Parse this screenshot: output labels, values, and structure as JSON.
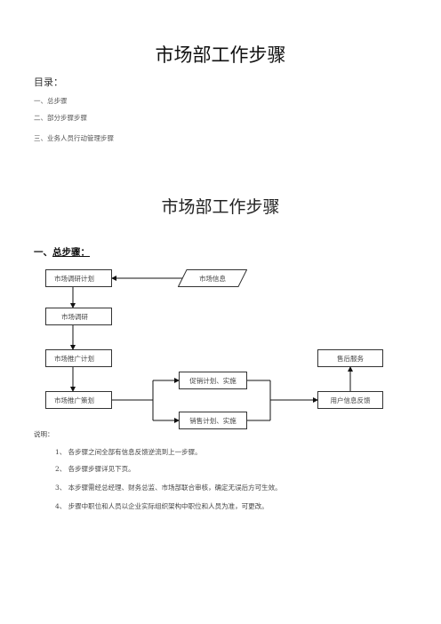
{
  "title": "市场部工作步骤",
  "toc": {
    "heading": "目录：",
    "items": [
      "一、总步骤",
      "二、部分步骤步骤",
      "三、业务人员行动管理步骤"
    ]
  },
  "section_title": "市场部工作步骤",
  "section1": {
    "prefix": "一、",
    "heading": "总步骤："
  },
  "flow": {
    "research_plan": "市场调研计划",
    "market_info": "市场信息",
    "research": "市场调研",
    "promo_plan": "市场推广计划",
    "promo_strategy": "市场推广策划",
    "promotion_impl": "促销计划、实施",
    "sales_impl": "销售计划、实施",
    "after_sales": "售后服务",
    "user_feedback": "用户信息反馈"
  },
  "notes": {
    "label": "说明：",
    "items": [
      "1、 各步骤之间全部有信息反馈逆流到上一步骤。",
      "2、 各步骤步骤详见下页。",
      "3、 本步骤需经总经理、财务总监、市场部联合审核，确定无误后方可生效。",
      "4、 步骤中职位和人员以企业实际组织架构中职位和人员为准，可更改。"
    ]
  }
}
